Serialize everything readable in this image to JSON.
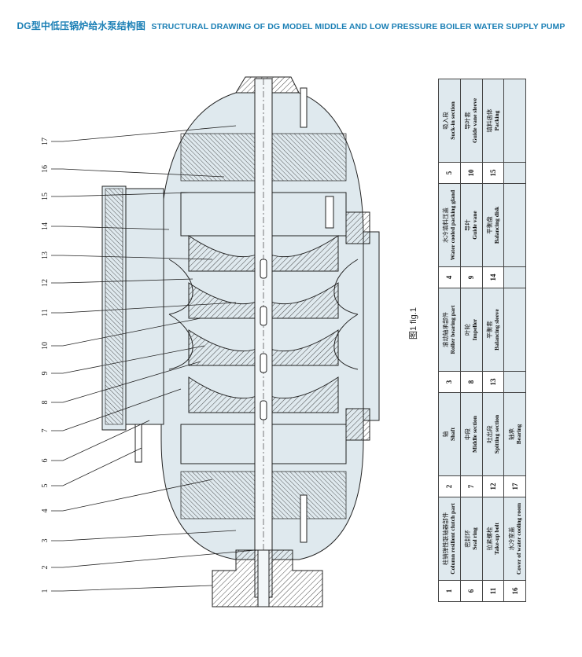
{
  "header": {
    "title_zh": "DG型中低压锅炉给水泵结构图",
    "title_en": "STRUCTURAL DRAWING OF DG MODEL MIDDLE AND LOW PRESSURE BOILER WATER SUPPLY PUMP"
  },
  "figure": {
    "label": "图1 fig.1"
  },
  "callouts": [
    "1",
    "2",
    "3",
    "4",
    "5",
    "6",
    "7",
    "8",
    "9",
    "10",
    "11",
    "12",
    "13",
    "14",
    "15",
    "16",
    "17"
  ],
  "parts_table": {
    "rows": [
      [
        {
          "num": "1",
          "zh": "柱销弹性联轴器部件",
          "en": "Column resilient clutch part"
        },
        {
          "num": "2",
          "zh": "轴",
          "en": "Shaft"
        },
        {
          "num": "3",
          "zh": "滚动轴承部件",
          "en": "Roller bearing part"
        },
        {
          "num": "4",
          "zh": "水冷填料压盖",
          "en": "Water cooled packing gland"
        },
        {
          "num": "5",
          "zh": "吸入段",
          "en": "Suck-in section"
        }
      ],
      [
        {
          "num": "6",
          "zh": "密封环",
          "en": "Seal ring"
        },
        {
          "num": "7",
          "zh": "中段",
          "en": "Middle section"
        },
        {
          "num": "8",
          "zh": "叶轮",
          "en": "Impeller"
        },
        {
          "num": "9",
          "zh": "导叶",
          "en": "Guide vane"
        },
        {
          "num": "10",
          "zh": "导叶套",
          "en": "Guide vane sleeve"
        }
      ],
      [
        {
          "num": "11",
          "zh": "拉紧螺栓",
          "en": "Take-up bolt"
        },
        {
          "num": "12",
          "zh": "吐出段",
          "en": "Spitting section"
        },
        {
          "num": "13",
          "zh": "平衡套",
          "en": "Balancing sleeve"
        },
        {
          "num": "14",
          "zh": "平衡盘",
          "en": "Balancing disk"
        },
        {
          "num": "15",
          "zh": "填料函体",
          "en": "Packing"
        }
      ],
      [
        {
          "num": "16",
          "zh": "水冷室盖",
          "en": "Cover of water cooling room"
        },
        {
          "num": "17",
          "zh": "轴承",
          "en": "Bearing"
        },
        {
          "num": "",
          "zh": "",
          "en": ""
        },
        {
          "num": "",
          "zh": "",
          "en": ""
        },
        {
          "num": "",
          "zh": "",
          "en": ""
        }
      ]
    ]
  }
}
